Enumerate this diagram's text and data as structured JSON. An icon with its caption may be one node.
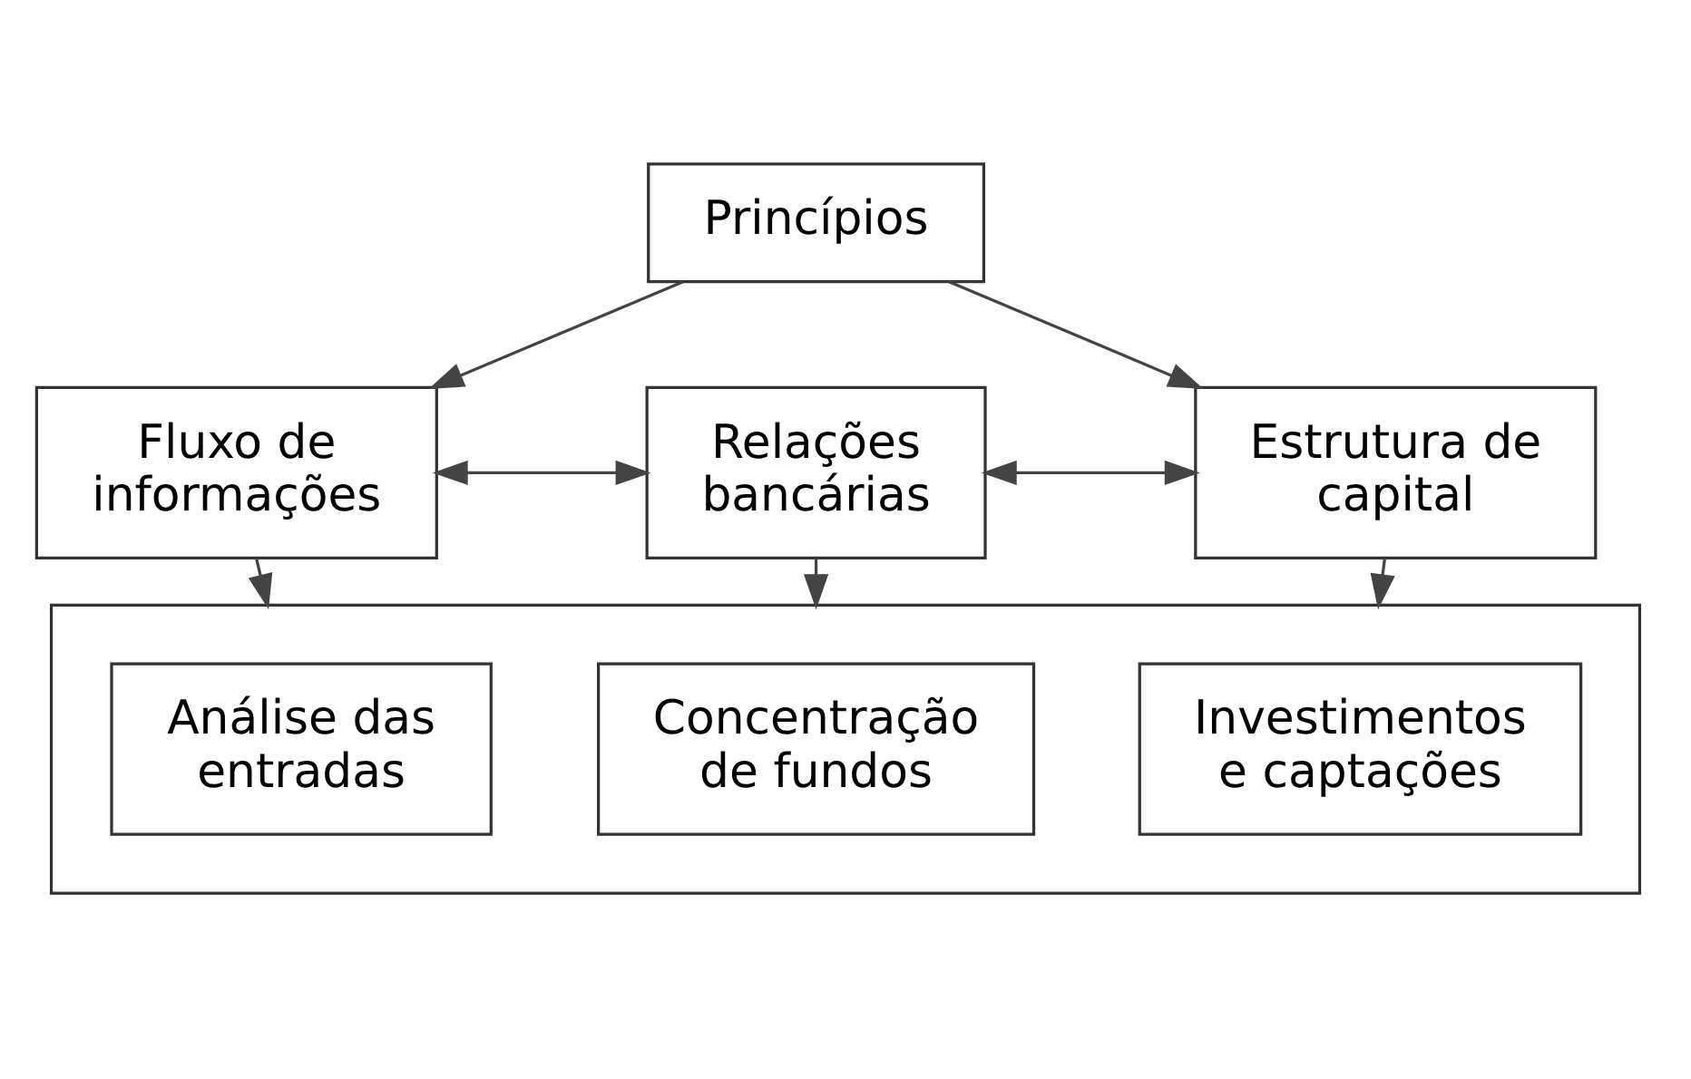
{
  "diagram": {
    "nodes": [
      {
        "text": [
          "Princípios"
        ]
      },
      {
        "text": [
          "Fluxo de informações"
        ]
      },
      {
        "text": [
          "Relações bancárias"
        ]
      },
      {
        "text": [
          "Estrutura de capital"
        ]
      },
      {
        "text": [],
        "shape": "box"
      },
      {
        "text": [
          "Análise das entradas"
        ],
        "in": 4
      },
      {
        "text": [
          "Concentração de fundos"
        ],
        "in": 4
      },
      {
        "text": [
          "Investimentos e captações"
        ],
        "in": 4
      }
    ],
    "edges": [
      {
        "from": 0,
        "to": 1,
        "arrow": "to"
      },
      {
        "from": 0,
        "to": 3,
        "arrow": "to"
      },
      {
        "from": 1,
        "to": 2,
        "arrow": "both"
      },
      {
        "from": 2,
        "to": 3,
        "arrow": "both"
      },
      {
        "from": 1,
        "to": 4,
        "arrow": "to"
      },
      {
        "from": 2,
        "to": 4,
        "arrow": "to"
      },
      {
        "from": 3,
        "to": 4,
        "arrow": "to"
      }
    ]
  }
}
